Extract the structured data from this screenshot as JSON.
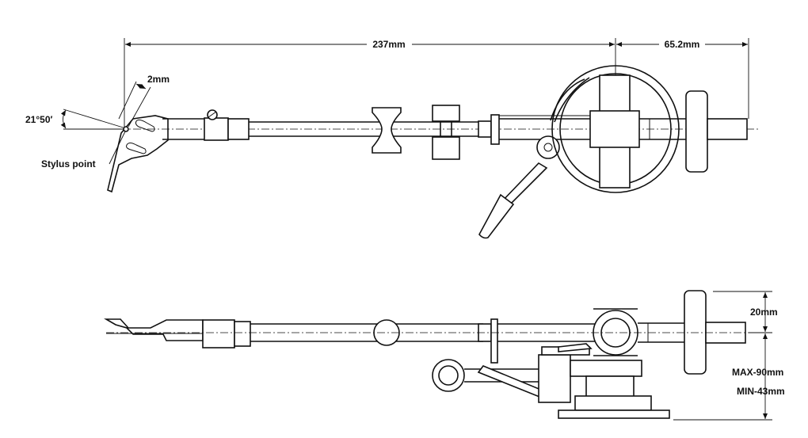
{
  "labels": {
    "length_main": "237mm",
    "length_rear": "65.2mm",
    "offset": "2mm",
    "angle": "21°50′",
    "stylus": "Stylus point",
    "height_top": "20mm",
    "height_max": "MAX-90mm",
    "height_min": "MIN-43mm"
  }
}
